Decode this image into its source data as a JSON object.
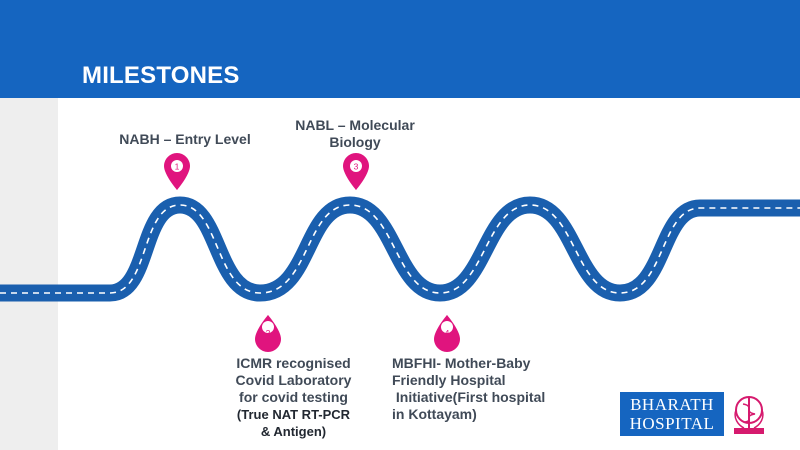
{
  "page": {
    "title": "MILESTONES"
  },
  "milestones": [
    {
      "number": "1",
      "lines": [
        "NABH – Entry Level"
      ]
    },
    {
      "number": "2",
      "lines": [
        "ICMR recognised",
        "Covid Laboratory",
        "for covid testing"
      ],
      "sub_lines": [
        "(True NAT RT-PCR",
        "& Antigen)"
      ]
    },
    {
      "number": "3",
      "lines": [
        "NABL – Molecular",
        "Biology"
      ]
    },
    {
      "number": "4",
      "lines": [
        "MBFHI- Mother-Baby",
        "Friendly Hospital",
        " Initiative(First hospital",
        "in Kottayam)"
      ]
    }
  ],
  "logo": {
    "line1": "BHARATH",
    "line2": "HOSPITAL"
  },
  "colors": {
    "header": "#1565c0",
    "road": "#1a5fae",
    "pin": "#e0147e",
    "text": "#404a57"
  }
}
